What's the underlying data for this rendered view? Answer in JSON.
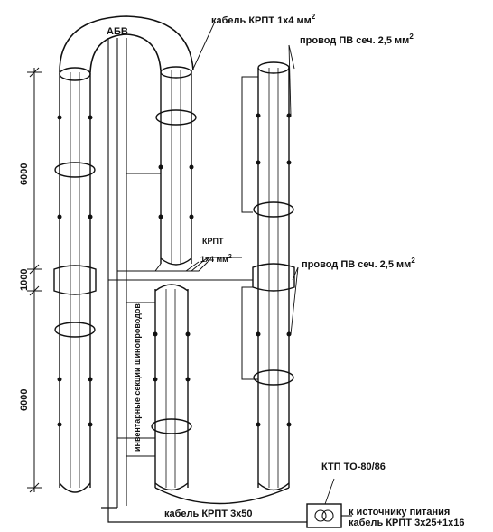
{
  "labels": {
    "cable_top": "кабель КРПТ 1х4 мм",
    "cable_top_sup": "2",
    "wire_top": "провод ПВ сеч. 2,5 мм",
    "wire_top_sup": "2",
    "wire_mid": "провод ПВ сеч. 2,5 мм",
    "wire_mid_sup": "2",
    "krpt": "КРПТ",
    "krpt_size": "1х4 мм",
    "krpt_size_sup": "2",
    "abv": "АБВ",
    "busbar": "инвентарные секции шинопроводов",
    "cable_bottom": "кабель КРПТ 3х50",
    "ktp": "КТП ТО-80/86",
    "to_source": "к источнику питания",
    "cable_source": "кабель КРПТ 3х25+1х16"
  },
  "dimensions": {
    "upper": "6000",
    "middle": "1000",
    "lower": "6000"
  }
}
